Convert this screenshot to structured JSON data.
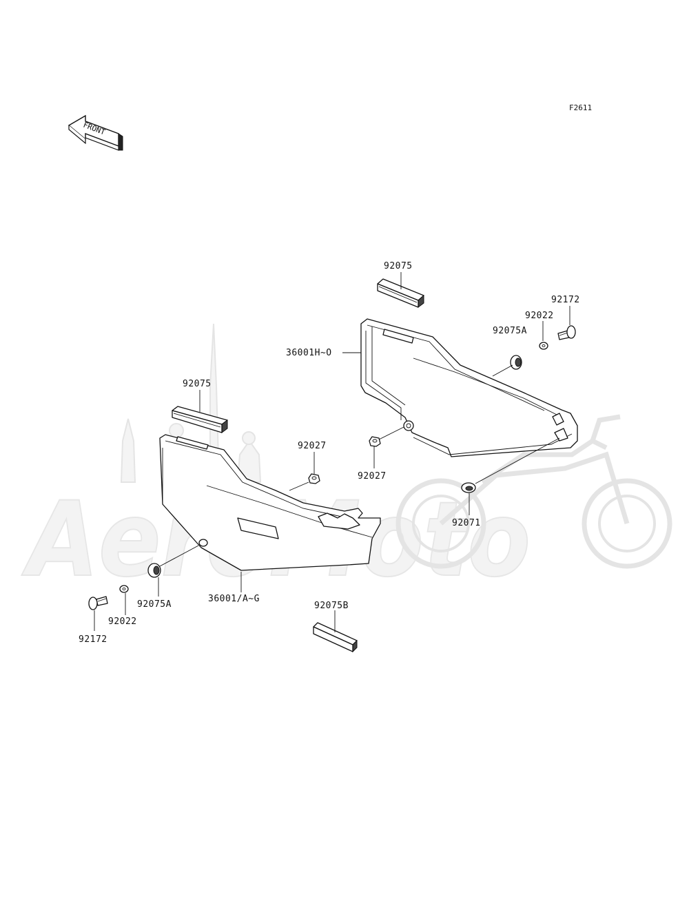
{
  "figure_code": "F2611",
  "front_arrow": {
    "text": "FRONT",
    "icon": "front-direction-arrow-icon"
  },
  "watermark": {
    "brand": "AeroMoto"
  },
  "callouts": {
    "right_strip_92075": "92075",
    "right_bolt_92172": "92172",
    "right_washer_92022": "92022",
    "right_grommet_92075A": "92075A",
    "right_cover_36001H": "36001H~O",
    "right_collar_92027": "92027",
    "right_grommet_92071": "92071",
    "left_strip_92075": "92075",
    "left_collar_92027": "92027",
    "left_grommet_92075A": "92075A",
    "left_cover_36001A": "36001/A~G",
    "left_washer_92022": "92022",
    "left_bolt_92172": "92172",
    "strip_92075B": "92075B"
  }
}
